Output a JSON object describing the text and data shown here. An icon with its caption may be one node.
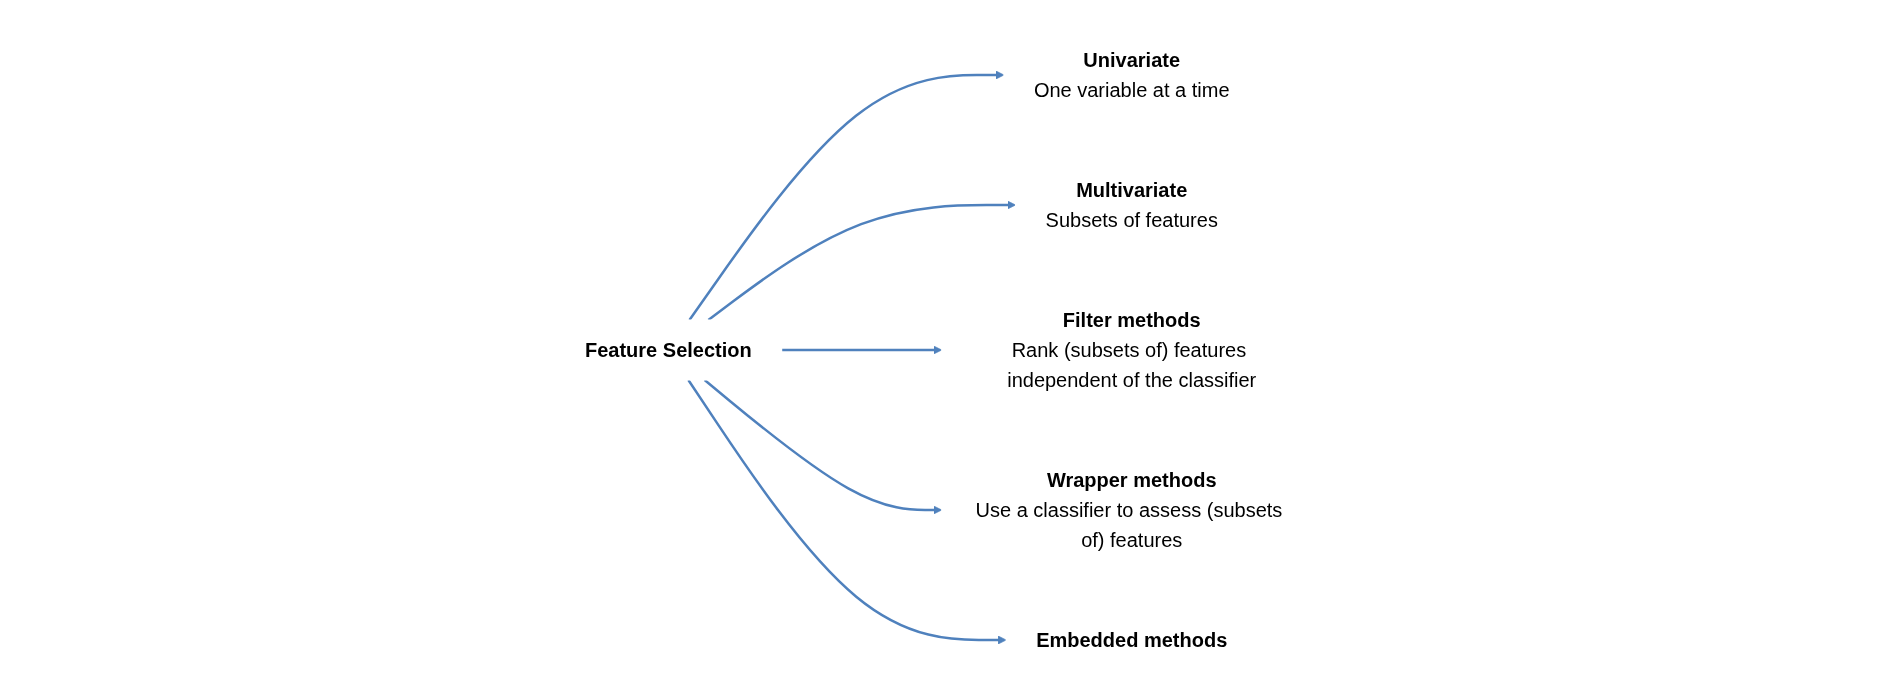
{
  "diagram": {
    "nodes": [
      {
        "text": [
          "Feature Selection"
        ]
      },
      {
        "text": [
          "Univariate",
          "One variable at a time"
        ]
      },
      {
        "text": [
          "Multivariate",
          "Subsets of features"
        ]
      },
      {
        "text": [
          "Filter methods",
          "Rank (subsets of) features independent of the classifier"
        ]
      },
      {
        "text": [
          "Wrapper methods",
          "Use a classifier to assess (subsets of) features"
        ]
      },
      {
        "text": [
          "Embedded methods"
        ]
      }
    ],
    "edges": [
      {
        "from": 0,
        "to": 1,
        "arrow": "to"
      },
      {
        "from": 0,
        "to": 2,
        "arrow": "to"
      },
      {
        "from": 0,
        "to": 3,
        "arrow": "to"
      },
      {
        "from": 0,
        "to": 4,
        "arrow": "to"
      },
      {
        "from": 0,
        "to": 5,
        "arrow": "to"
      }
    ]
  }
}
